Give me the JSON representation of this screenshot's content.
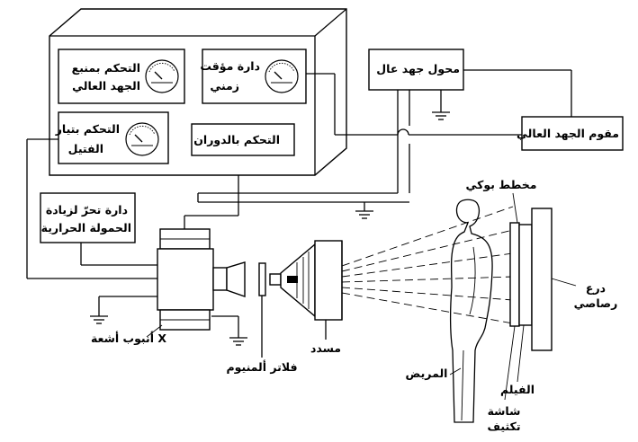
{
  "labels": {
    "hv_source_control_1": "التحكم بمنبع",
    "hv_source_control_2": "الجهد العالي",
    "timer_1": "دارة مؤقت",
    "timer_2": "زمني",
    "filament_control_1": "التحكم بتيار",
    "filament_control_2": "الفتيل",
    "rotation_control": "التحكم بالدوران",
    "hv_transformer": "محول جهد عال",
    "hv_rectifier": "مقوم الجهد العالي",
    "heat_load_1": "دارة تحرّ لزيادة",
    "heat_load_2": "الحمولة الحرارية",
    "xray_tube": "أنبوب أشعة X",
    "al_filter": "فلاتر ألمنيوم",
    "collimator": "مسدد",
    "patient": "المريض",
    "bucky_grid": "مخطط بوكي",
    "film": "الفيلم",
    "screen_1": "شاشة",
    "screen_2": "تكثيف",
    "lead_shield_1": "درع",
    "lead_shield_2": "رصاصي"
  }
}
